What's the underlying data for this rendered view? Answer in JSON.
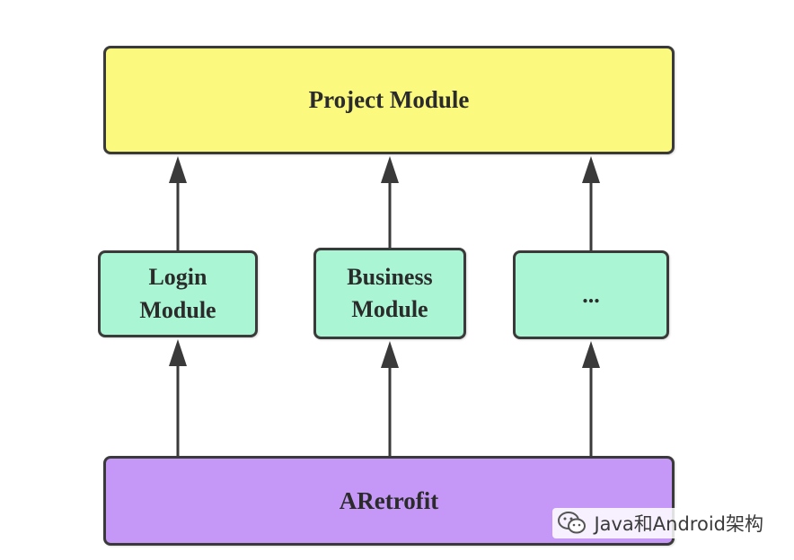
{
  "diagram": {
    "project_label": "Project Module",
    "login_label": "Login\nModule",
    "business_label": "Business\nModule",
    "etc_label": "...",
    "base_label": "ARetrofit"
  },
  "colors": {
    "project_fill": "#fbf97e",
    "module_fill": "#aaf6d4",
    "base_fill": "#c598f7",
    "border": "#3a3a3a"
  },
  "watermark": {
    "text": "Java和Android架构",
    "icon": "wechat-icon"
  }
}
